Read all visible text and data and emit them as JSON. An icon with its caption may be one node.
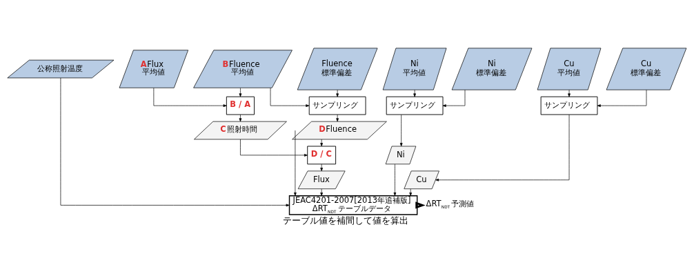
{
  "diagram": {
    "caption": "テーブル値を補間して値を算出",
    "nodes": [
      {
        "text": [
          "公称照射温度"
        ]
      },
      {
        "text": [
          "A",
          "Flux 平均値"
        ]
      },
      {
        "text": [
          "B",
          "Fluence 平均値"
        ]
      },
      {
        "text": [
          "Fluence 標準偏差"
        ]
      },
      {
        "text": [
          "Ni 平均値"
        ]
      },
      {
        "text": [
          "Ni 標準偏差"
        ]
      },
      {
        "text": [
          "Cu 平均値"
        ]
      },
      {
        "text": [
          "Cu 標準偏差"
        ]
      },
      {
        "text": [
          "B / A"
        ]
      },
      {
        "text": [
          "サンプリング"
        ]
      },
      {
        "text": [
          "サンプリング"
        ]
      },
      {
        "text": [
          "サンプリング"
        ]
      },
      {
        "text": [
          "C",
          "照射時間"
        ]
      },
      {
        "text": [
          "D",
          "Fluence"
        ]
      },
      {
        "text": [
          "Ni"
        ]
      },
      {
        "text": [
          "Cu"
        ]
      },
      {
        "text": [
          "Flux"
        ]
      },
      {
        "text": [
          "D / C"
        ]
      },
      {
        "text": [
          "JEAC4201-2007[2013年追補版] ΔRT$_{NDT}$ テーブルデータ"
        ]
      },
      {
        "text": [
          "ΔRT$_{NDT}$ 予測値"
        ]
      }
    ],
    "edges": [
      {
        "from": 1,
        "to": 8,
        "arrow": "to"
      },
      {
        "from": 2,
        "to": 8,
        "arrow": "to"
      },
      {
        "from": 2,
        "to": 9,
        "arrow": "to"
      },
      {
        "from": 3,
        "to": 9,
        "arrow": "to"
      },
      {
        "from": 4,
        "to": 10,
        "arrow": "to"
      },
      {
        "from": 5,
        "to": 10,
        "arrow": "to"
      },
      {
        "from": 6,
        "to": 11,
        "arrow": "to"
      },
      {
        "from": 7,
        "to": 11,
        "arrow": "to"
      },
      {
        "from": 8,
        "to": 12,
        "arrow": "to"
      },
      {
        "from": 9,
        "to": 13,
        "arrow": "to"
      },
      {
        "from": 10,
        "to": 14,
        "arrow": "to"
      },
      {
        "from": 11,
        "to": 15,
        "arrow": "to"
      },
      {
        "from": 12,
        "to": 17,
        "arrow": "to"
      },
      {
        "from": 13,
        "to": 17,
        "arrow": "to"
      },
      {
        "from": 17,
        "to": 16,
        "arrow": "to"
      },
      {
        "from": 0,
        "to": 18,
        "arrow": "to"
      },
      {
        "from": 16,
        "to": 18,
        "arrow": "to"
      },
      {
        "from": 13,
        "to": 18,
        "arrow": "to"
      },
      {
        "from": 14,
        "to": 18,
        "arrow": "to"
      },
      {
        "from": 15,
        "to": 18,
        "arrow": "to"
      },
      {
        "from": 18,
        "to": 19,
        "arrow": "to",
        "style": "thick"
      }
    ]
  }
}
